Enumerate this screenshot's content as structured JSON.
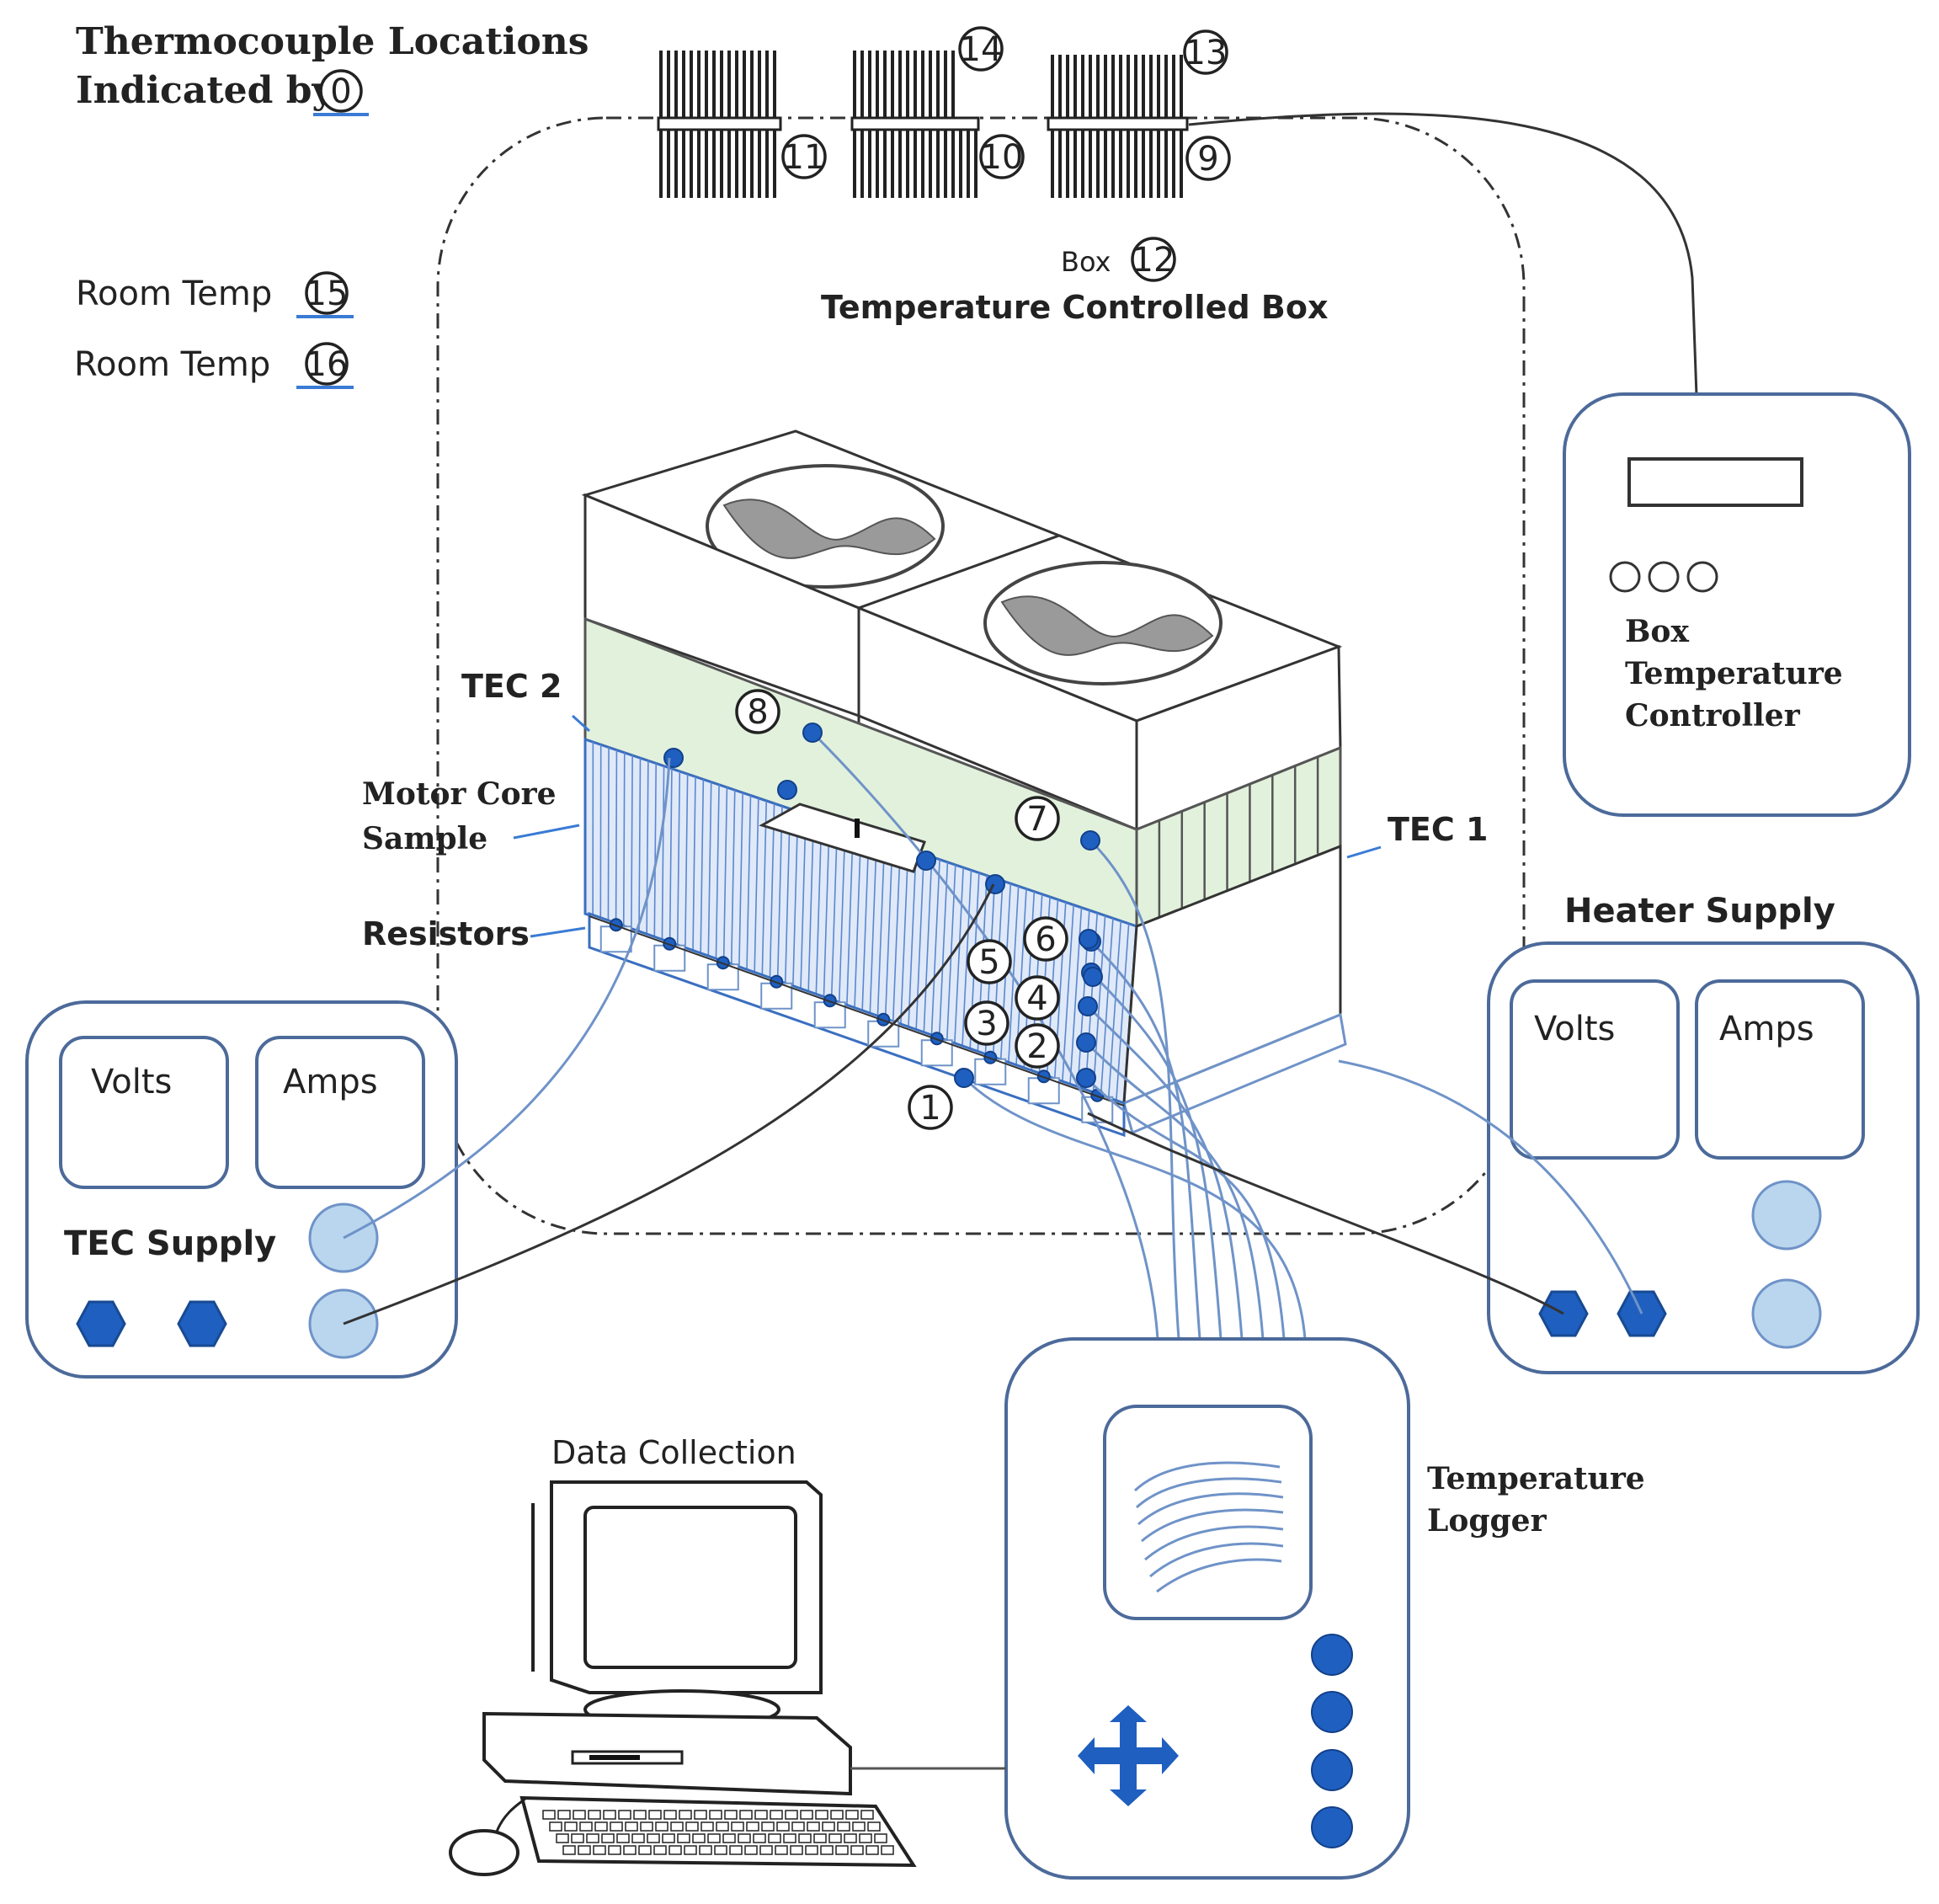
{
  "header": {
    "line1": "Thermocouple Locations",
    "line2": "Indicated by",
    "marker": "0"
  },
  "room_temps": [
    {
      "label": "Room Temp",
      "num": "15"
    },
    {
      "label": "Room Temp",
      "num": "16"
    }
  ],
  "heatsink_labels": [
    "14",
    "13",
    "11",
    "10",
    "9"
  ],
  "box": {
    "small_label": "Box",
    "num": "12",
    "title": "Temperature Controlled Box"
  },
  "assembly": {
    "tec2": "TEC 2",
    "tec1": "TEC 1",
    "motor_core_1": "Motor Core",
    "motor_core_2": "Sample",
    "resistors": "Resistors"
  },
  "thermocouples": [
    "1",
    "2",
    "3",
    "4",
    "5",
    "6",
    "7",
    "8"
  ],
  "controller": {
    "line1": "Box",
    "line2": "Temperature",
    "line3": "Controller"
  },
  "heater_supply": {
    "title": "Heater Supply",
    "volts": "Volts",
    "amps": "Amps"
  },
  "tec_supply": {
    "title": "TEC Supply",
    "volts": "Volts",
    "amps": "Amps"
  },
  "logger": {
    "line1": "Temperature",
    "line2": "Logger"
  },
  "computer": {
    "label": "Data Collection"
  },
  "colors": {
    "accent": "#1f5fbf",
    "panel_stroke": "#4c6a9a",
    "tec_green": "#e2f1dc",
    "core_blue": "#dfe9f8"
  }
}
